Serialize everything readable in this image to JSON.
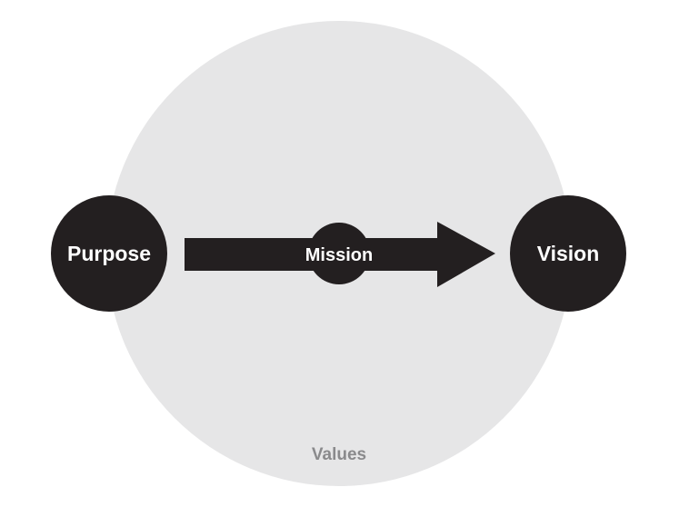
{
  "diagram": {
    "nodes": {
      "purpose": "Purpose",
      "mission": "Mission",
      "vision": "Vision",
      "values": "Values"
    },
    "colors": {
      "background": "#ffffff",
      "values_circle": "#e6e6e7",
      "dark_node": "#231f20",
      "node_text": "#ffffff",
      "values_text": "#8a8a8c"
    }
  }
}
